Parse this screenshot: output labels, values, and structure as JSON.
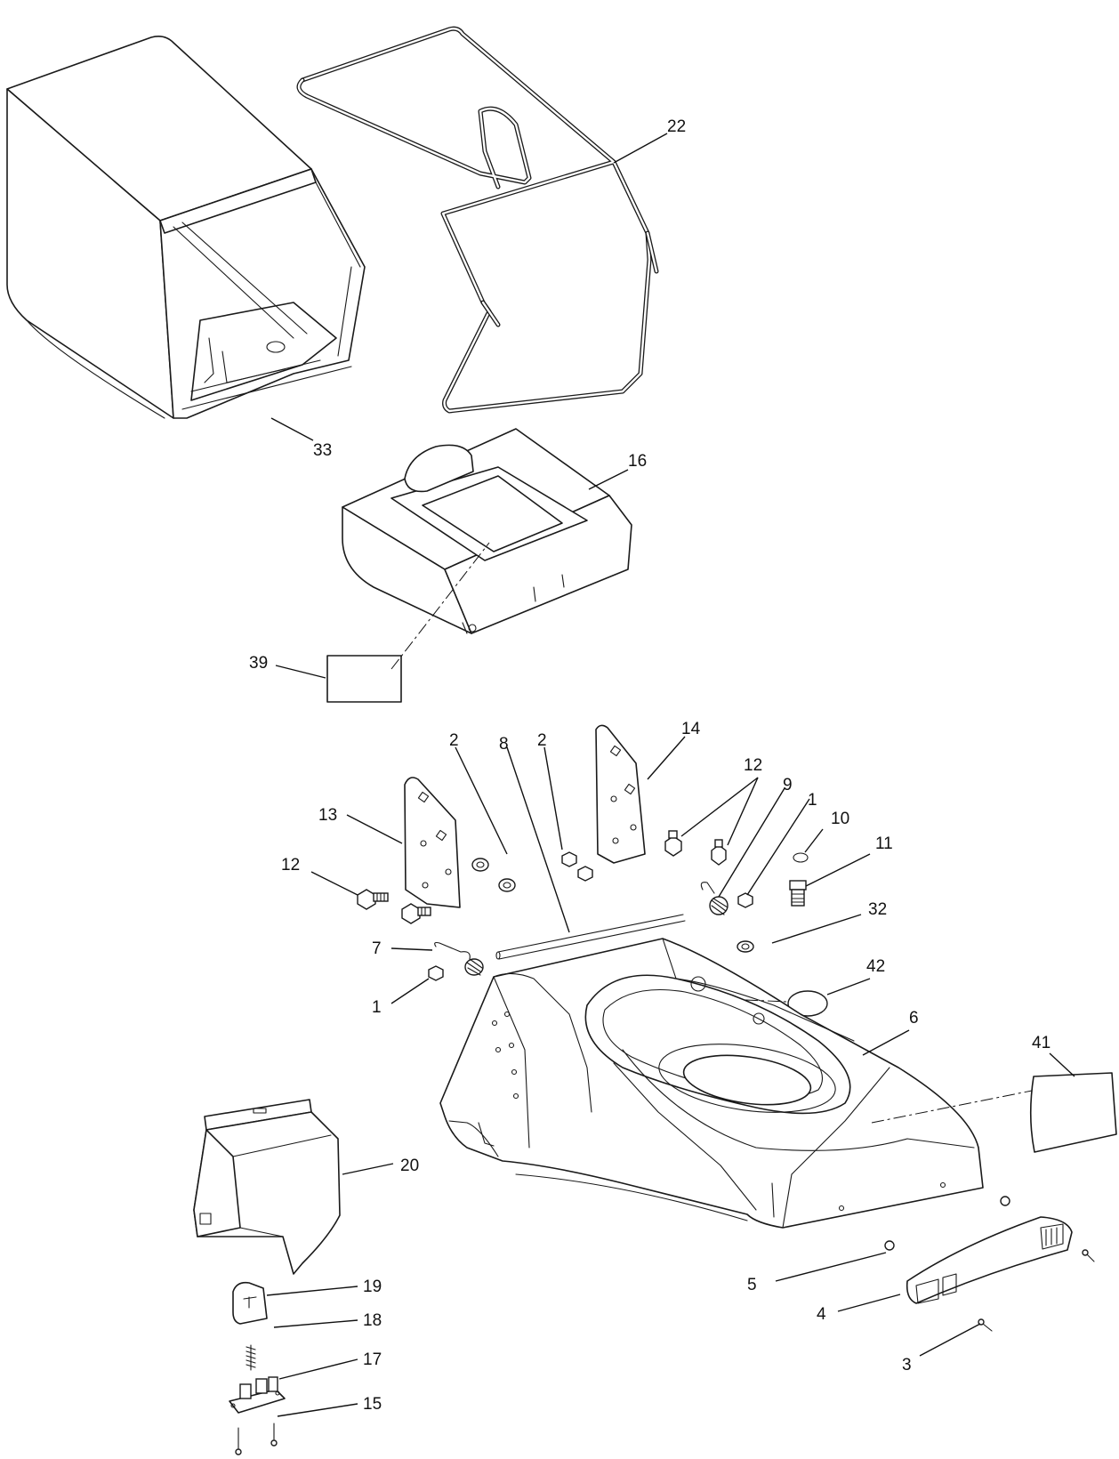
{
  "diagram": {
    "callouts": [
      {
        "id": "c22",
        "label": "22"
      },
      {
        "id": "c33",
        "label": "33"
      },
      {
        "id": "c16",
        "label": "16"
      },
      {
        "id": "c39",
        "label": "39"
      },
      {
        "id": "c14",
        "label": "14"
      },
      {
        "id": "c2a",
        "label": "2"
      },
      {
        "id": "c8",
        "label": "8"
      },
      {
        "id": "c2b",
        "label": "2"
      },
      {
        "id": "c12a",
        "label": "12"
      },
      {
        "id": "c9",
        "label": "9"
      },
      {
        "id": "c1a",
        "label": "1"
      },
      {
        "id": "c10",
        "label": "10"
      },
      {
        "id": "c11",
        "label": "11"
      },
      {
        "id": "c13",
        "label": "13"
      },
      {
        "id": "c12b",
        "label": "12"
      },
      {
        "id": "c32",
        "label": "32"
      },
      {
        "id": "c7",
        "label": "7"
      },
      {
        "id": "c42",
        "label": "42"
      },
      {
        "id": "c1b",
        "label": "1"
      },
      {
        "id": "c6",
        "label": "6"
      },
      {
        "id": "c41",
        "label": "41"
      },
      {
        "id": "c20",
        "label": "20"
      },
      {
        "id": "c19",
        "label": "19"
      },
      {
        "id": "c18",
        "label": "18"
      },
      {
        "id": "c17",
        "label": "17"
      },
      {
        "id": "c15",
        "label": "15"
      },
      {
        "id": "c5",
        "label": "5"
      },
      {
        "id": "c4",
        "label": "4"
      },
      {
        "id": "c3",
        "label": "3"
      }
    ]
  }
}
